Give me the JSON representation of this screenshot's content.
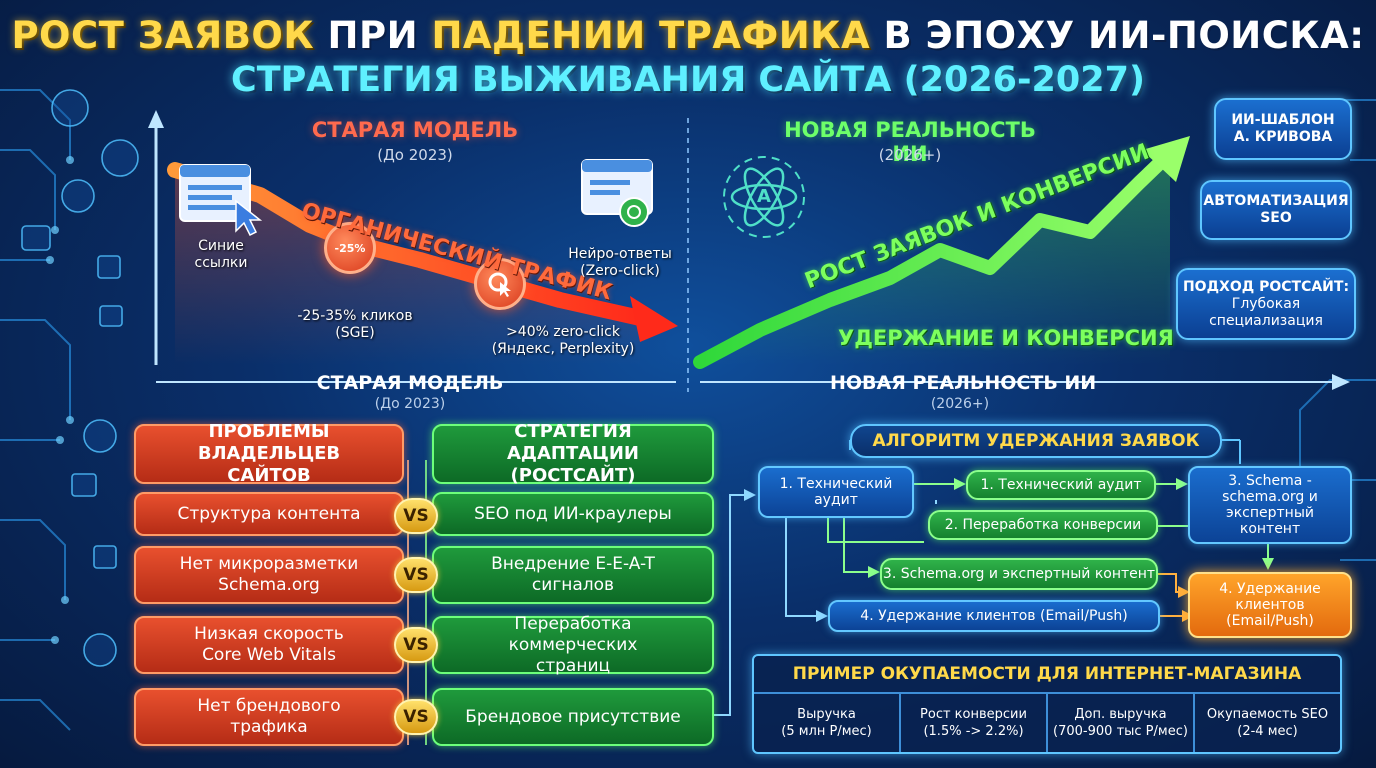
{
  "title": {
    "line1_part1": "РОСТ ЗАЯВОК",
    "line1_part2": "ПРИ",
    "line1_part3": "ПАДЕНИИ ТРАФИКА",
    "line1_part4": "В ЭПОХУ ИИ-ПОИСКА:",
    "line2": "СТРАТЕГИЯ ВЫЖИВАНИЯ САЙТА (2026-2027)"
  },
  "chart": {
    "old_model_title": "СТАРАЯ МОДЕЛЬ",
    "old_model_sub": "(До 2023)",
    "new_model_title": "НОВАЯ РЕАЛЬНОСТЬ ИИ",
    "new_model_sub": "(2026+)",
    "organic_traffic": "ОРГАНИЧЕСКИЙ ТРАФИК",
    "blue_links": "Синие ссылки",
    "clicks_drop": "-25-35% кликов (SGE)",
    "zero_click": ">40% zero-click (Яндекс, Perplexity)",
    "neuro_answers": "Нейро-ответы (Zero-click)",
    "badge_percent": "-25%",
    "growth_label": "РОСТ ЗАЯВОК И КОНВЕРСИИ",
    "retention_label": "УДЕРЖАНИЕ И КОНВЕРСИЯ",
    "axis_left_title": "СТАРАЯ МОДЕЛЬ",
    "axis_left_sub": "(До 2023)",
    "axis_right_title": "НОВАЯ РЕАЛЬНОСТЬ ИИ",
    "axis_right_sub": "(2026+)",
    "ai_logo_letter": "A"
  },
  "side_pills": [
    {
      "line1": "ИИ-ШАБЛОН",
      "line2": "А. КРИВОВА"
    },
    {
      "line1": "АВТОМАТИЗАЦИЯ",
      "line2": "SEO"
    },
    {
      "line1": "ПОДХОД РОСТСАЙТ:",
      "line2": "Глубокая",
      "line3": "специализация"
    }
  ],
  "problems": {
    "header": "ПРОБЛЕМЫ ВЛАДЕЛЬЦЕВ САЙТОВ",
    "items": [
      "Структура контента",
      "Нет микроразметки Schema.org",
      "Низкая скорость Core Web Vitals",
      "Нет брендового трафика"
    ]
  },
  "strategy": {
    "header": "СТРАТЕГИЯ АДАПТАЦИИ (РОСТСАЙТ)",
    "items": [
      "SEO под ИИ-краулеры",
      "Внедрение E-E-A-T сигналов",
      "Переработка коммерческих страниц",
      "Брендовое присутствие"
    ]
  },
  "vs_label": "VS",
  "algorithm": {
    "title": "АЛГОРИТМ УДЕРЖАНИЯ ЗАЯВОК",
    "start": "1. Технический аудит",
    "steps": [
      "1. Технический аудит",
      "2. Переработка конверсии",
      "3. Schema.org и экспертный контент",
      "4. Удержание клиентов (Email/Push)"
    ],
    "schema_box": "3. Schema - schema.org и экспертный контент",
    "retention_box": "4. Удержание клиентов (Email/Push)"
  },
  "roi": {
    "title": "ПРИМЕР ОКУПАЕМОСТИ ДЛЯ ИНТЕРНЕТ-МАГАЗИНА",
    "cells": [
      {
        "top": "Выручка",
        "bottom": "(5 млн Р/мес)"
      },
      {
        "top": "Рост конверсии",
        "bottom": "(1.5% -> 2.2%)"
      },
      {
        "top": "Доп. выручка",
        "bottom": "(700-900 тыс Р/мес)"
      },
      {
        "top": "Окупаемость SEO",
        "bottom": "(2-4 мес)"
      }
    ]
  },
  "colors": {
    "old_red": "#ff5a3a",
    "new_green": "#6dff5a",
    "accent_yellow": "#ffd94a",
    "accent_cyan": "#5ff0ff"
  }
}
